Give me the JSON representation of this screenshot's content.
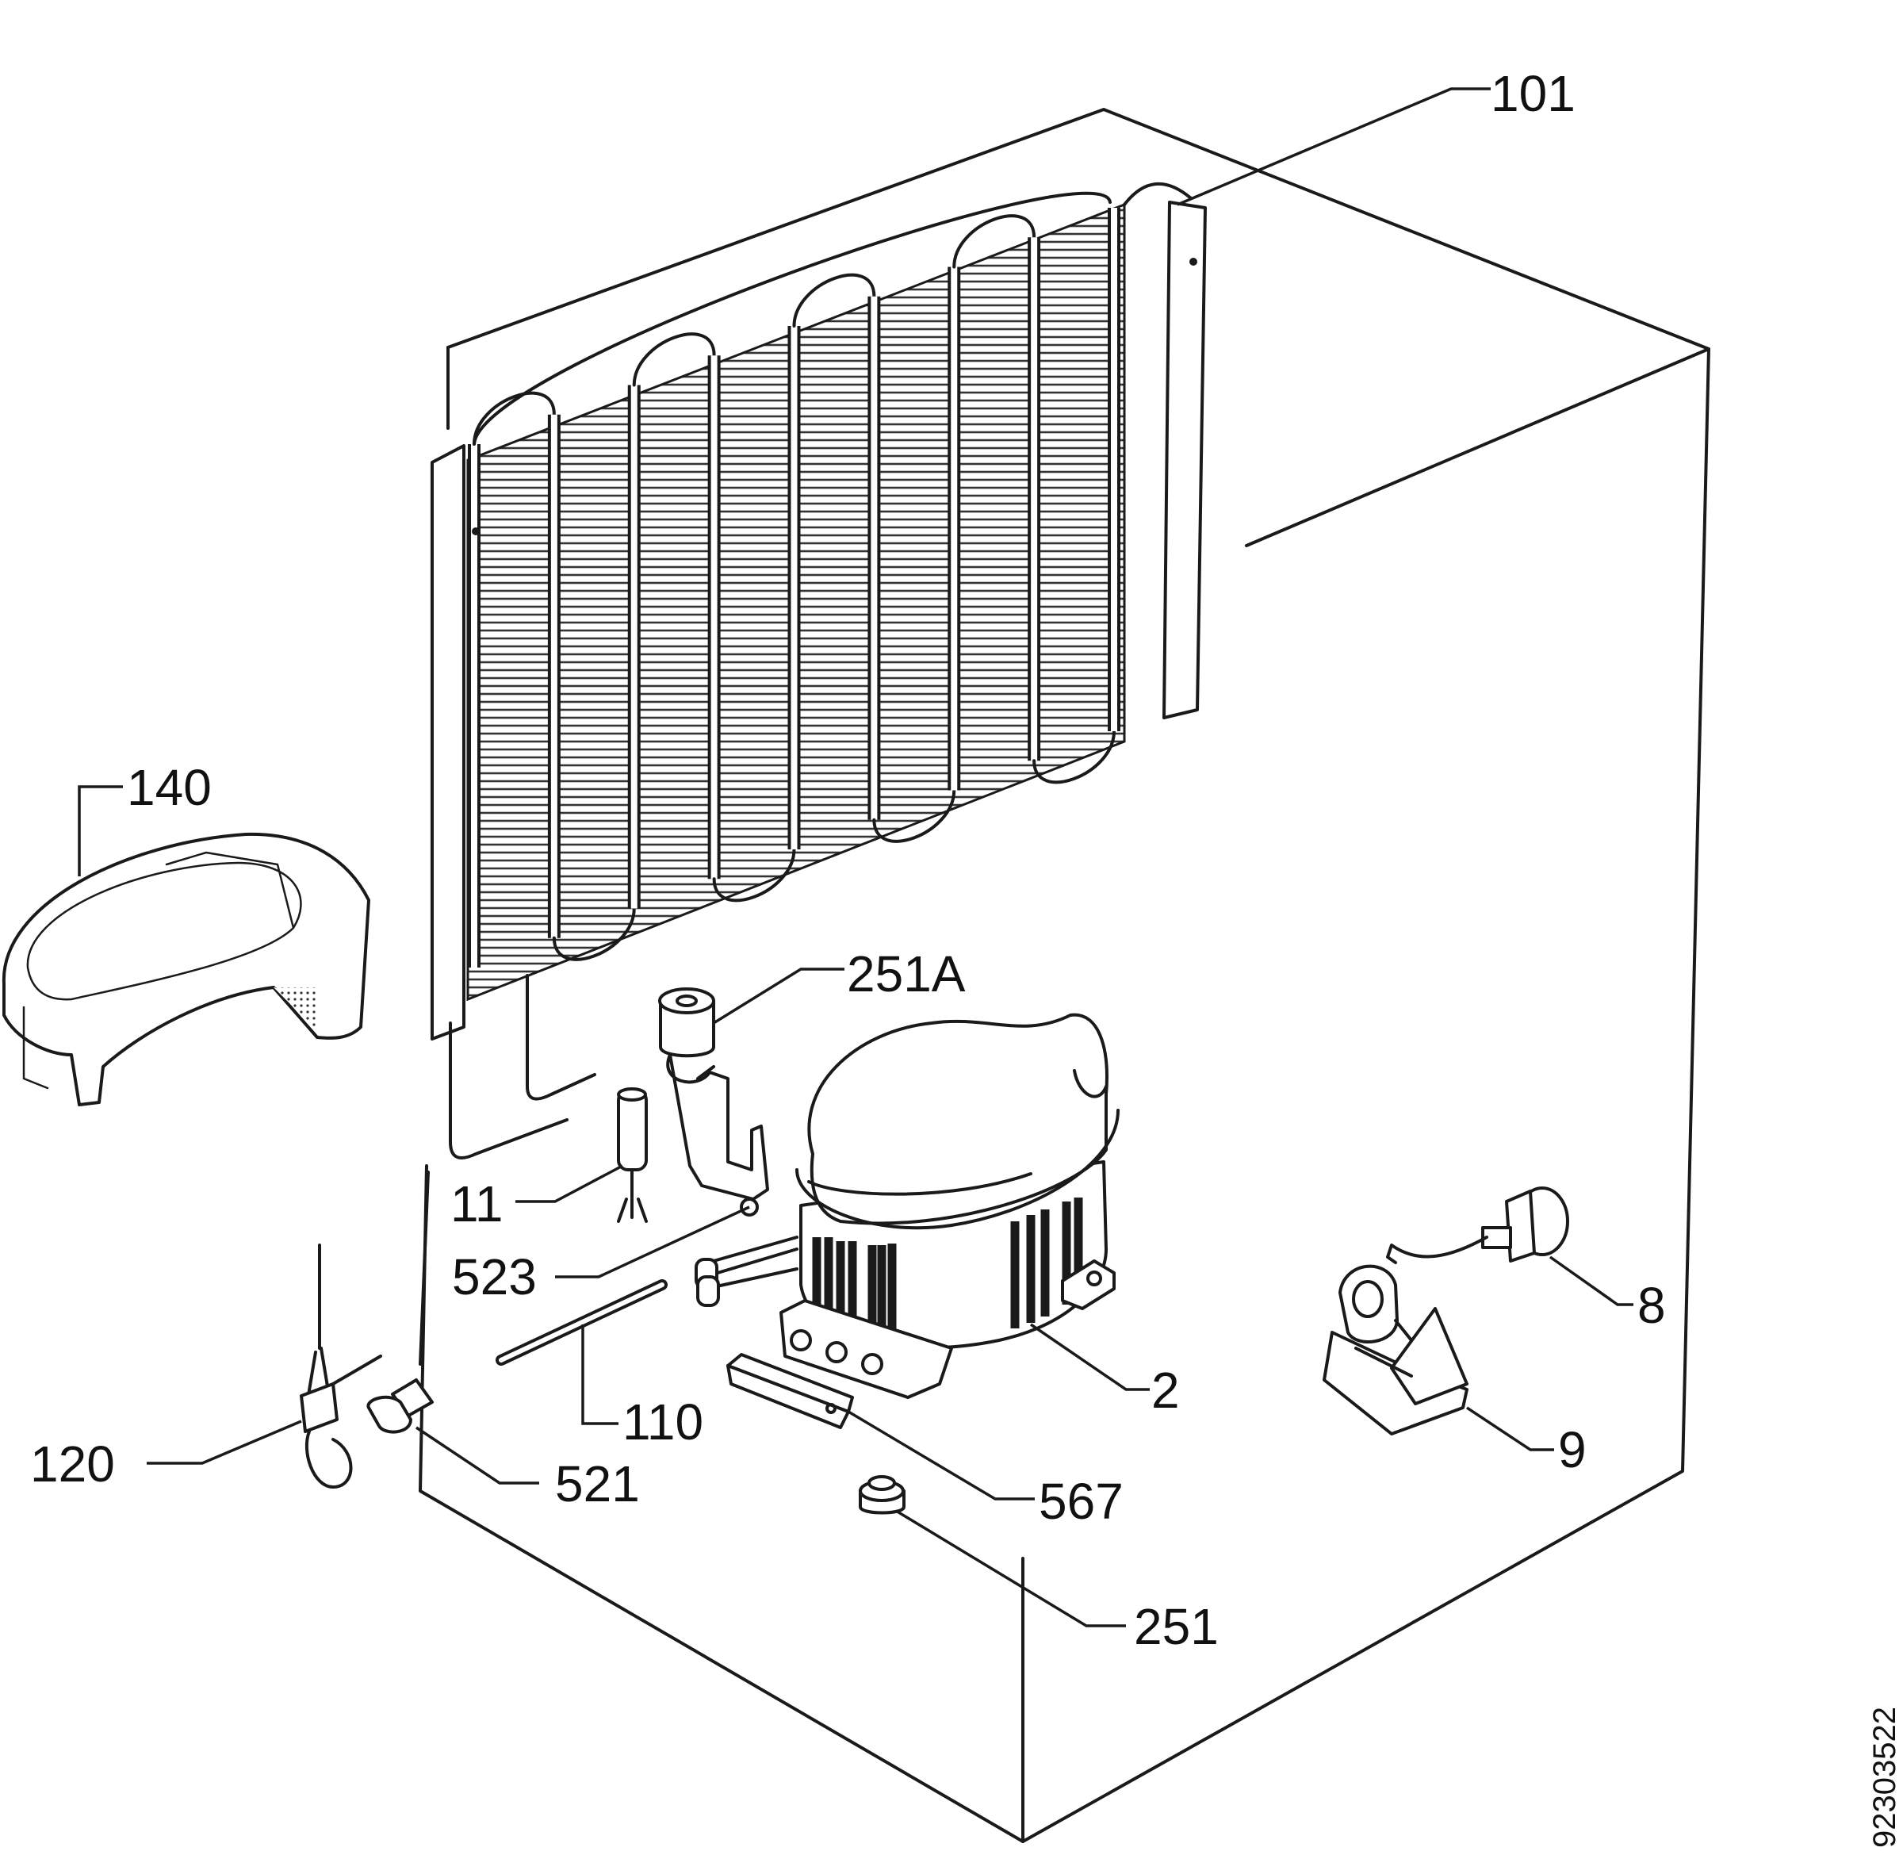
{
  "parts": [
    {
      "id": "101",
      "label": "101"
    },
    {
      "id": "140",
      "label": "140"
    },
    {
      "id": "251A",
      "label": "251A"
    },
    {
      "id": "11",
      "label": "11"
    },
    {
      "id": "523",
      "label": "523"
    },
    {
      "id": "8",
      "label": "8"
    },
    {
      "id": "2",
      "label": "2"
    },
    {
      "id": "110",
      "label": "110"
    },
    {
      "id": "9",
      "label": "9"
    },
    {
      "id": "120",
      "label": "120"
    },
    {
      "id": "521",
      "label": "521"
    },
    {
      "id": "567",
      "label": "567"
    },
    {
      "id": "251",
      "label": "251"
    }
  ],
  "document_number": "92303522",
  "colors": {
    "line": "#1a1a1a",
    "background": "#ffffff"
  }
}
